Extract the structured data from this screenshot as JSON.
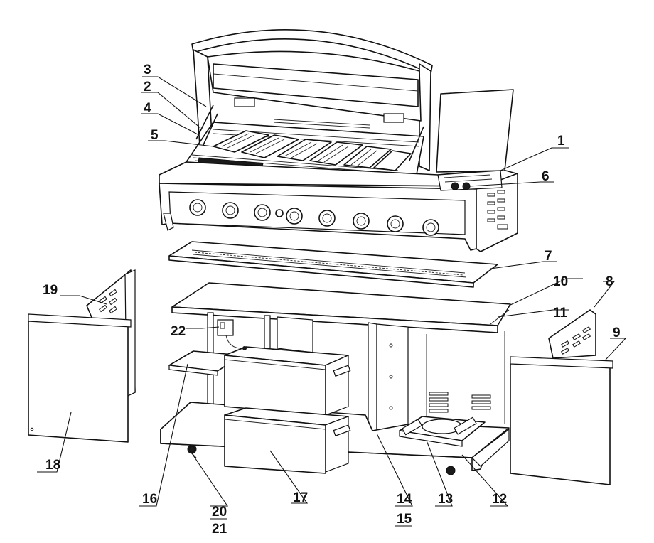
{
  "part_numbers": [
    "1",
    "2",
    "3",
    "4",
    "5",
    "6",
    "7",
    "8",
    "9",
    "10",
    "11",
    "12",
    "13",
    "14",
    "15",
    "16",
    "17",
    "18",
    "19",
    "20",
    "21",
    "22"
  ],
  "callouts": {
    "p1": "1",
    "p2": "2",
    "p3": "3",
    "p4": "4",
    "p5": "5",
    "p6": "6",
    "p7": "7",
    "p8": "8",
    "p9": "9",
    "p10": "10",
    "p11": "11",
    "p12": "12",
    "p13": "13",
    "p14": "14",
    "p15": "15",
    "p16": "16",
    "p17": "17",
    "p18": "18",
    "p19": "19",
    "p20": "20",
    "p21": "21",
    "p22": "22"
  },
  "colors": {
    "line": "#111111",
    "background": "#ffffff"
  }
}
